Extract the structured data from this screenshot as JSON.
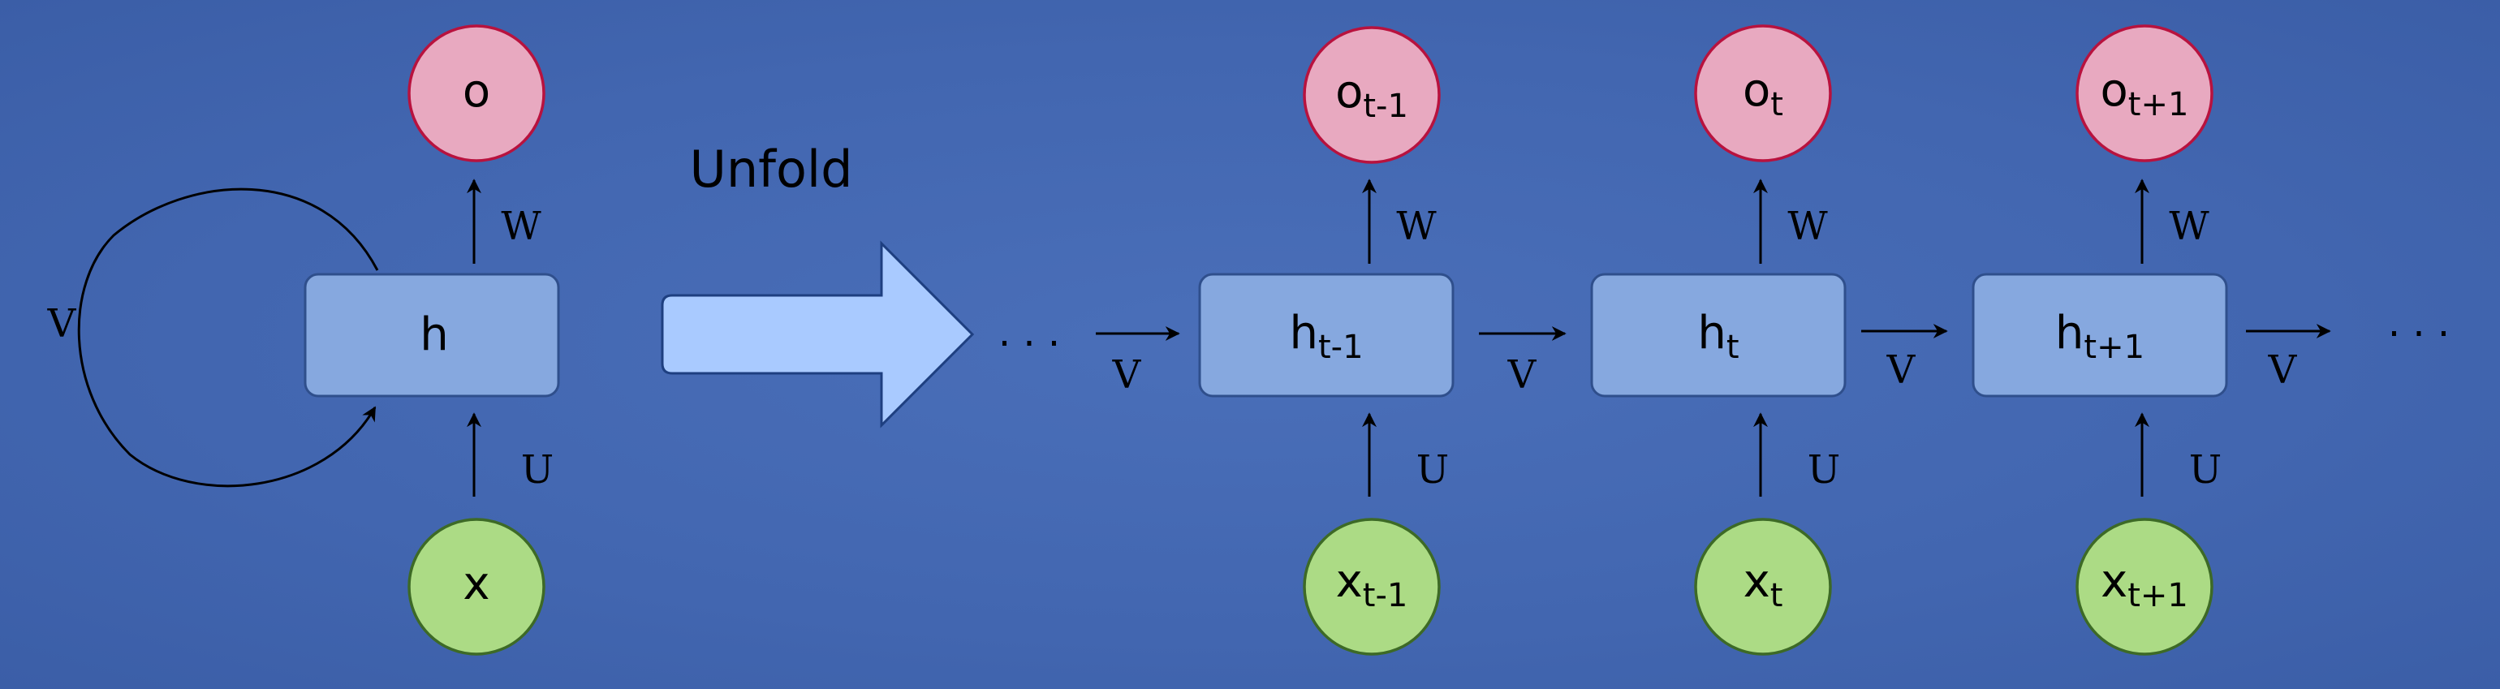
{
  "folded": {
    "hidden": {
      "main": "h",
      "sub": ""
    },
    "output": {
      "main": "o",
      "sub": ""
    },
    "input": {
      "main": "x",
      "sub": ""
    },
    "weights": {
      "output": "W",
      "input": "U",
      "recurrent": "V"
    }
  },
  "unfold_label": "Unfold",
  "ellipsis": "· · ·",
  "steps": [
    {
      "hidden": {
        "main": "h",
        "sub": "t-1"
      },
      "output": {
        "main": "o",
        "sub": "t-1"
      },
      "input": {
        "main": "x",
        "sub": "t-1"
      }
    },
    {
      "hidden": {
        "main": "h",
        "sub": "t"
      },
      "output": {
        "main": "o",
        "sub": "t"
      },
      "input": {
        "main": "x",
        "sub": "t"
      }
    },
    {
      "hidden": {
        "main": "h",
        "sub": "t+1"
      },
      "output": {
        "main": "o",
        "sub": "t+1"
      },
      "input": {
        "main": "x",
        "sub": "t+1"
      }
    }
  ],
  "weight_labels": {
    "output": "W",
    "input": "U",
    "recurrent": "V"
  },
  "colors": {
    "background": "#4266b0",
    "hidden_fill": "#86a8df",
    "output_fill": "#e8a9c0",
    "output_stroke": "#b8123e",
    "input_fill": "#acdb85",
    "input_stroke": "#3d6a26",
    "arrow_fill": "#a9caff"
  }
}
